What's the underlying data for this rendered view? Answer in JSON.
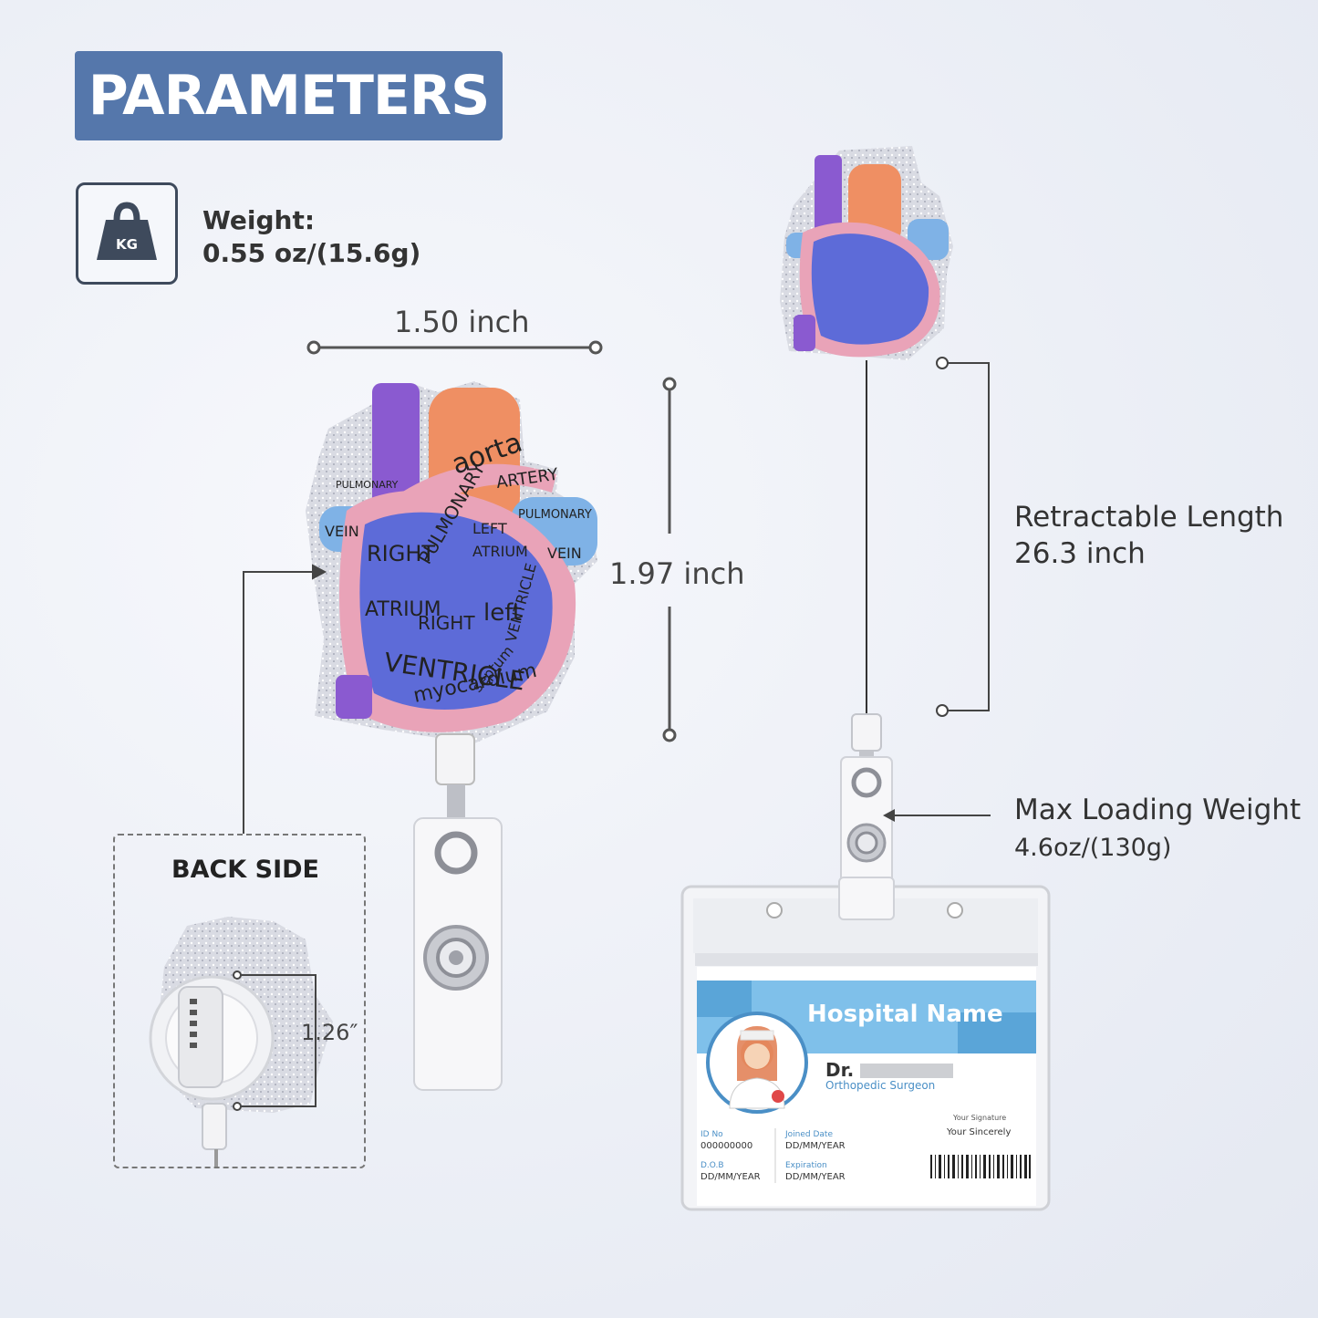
{
  "header": {
    "title": "PARAMETERS"
  },
  "weight": {
    "icon_text": "KG",
    "label": "Weight:",
    "value": "0.55 oz/(15.6g)"
  },
  "dimensions": {
    "width": "1.50 inch",
    "height": "1.97 inch",
    "back_diameter": "1.26″"
  },
  "back_side": {
    "title": "BACK SIDE"
  },
  "retractable": {
    "label": "Retractable Length",
    "value": "26.3 inch"
  },
  "max_loading": {
    "label": "Max Loading Weight",
    "value": "4.6oz/(130g)"
  },
  "id_card": {
    "hospital_name": "Hospital Name",
    "doctor_name": "Dr.",
    "specialty": "Orthopedic Surgeon",
    "id_label": "ID No",
    "id_value": "000000000",
    "joined_label": "Joined Date",
    "joined_value": "DD/MM/YEAR",
    "dob_label": "D.O.B",
    "dob_value": "DD/MM/YEAR",
    "exp_label": "Expiration",
    "exp_value": "DD/MM/YEAR",
    "signature_label": "Your Signature",
    "signature_value": "Your Sincerely"
  },
  "heart_labels": [
    "aorta",
    "PULMONARY",
    "ARTERY",
    "RIGHT",
    "ATRIUM",
    "LEFT",
    "ATRIUM",
    "RIGHT",
    "VENTRICLE",
    "left",
    "VENTRICLE",
    "septum",
    "myocardium",
    "VEIN",
    "VEIN",
    "PULMONARY",
    "PULMONARY"
  ],
  "colors": {
    "banner": "#5577ab",
    "heart_pink": "#e9a3b8",
    "heart_blue": "#5d6bd8",
    "heart_purple": "#8a5ad0",
    "aorta_orange": "#ef8f63",
    "vein_blue": "#7fb2e6"
  }
}
